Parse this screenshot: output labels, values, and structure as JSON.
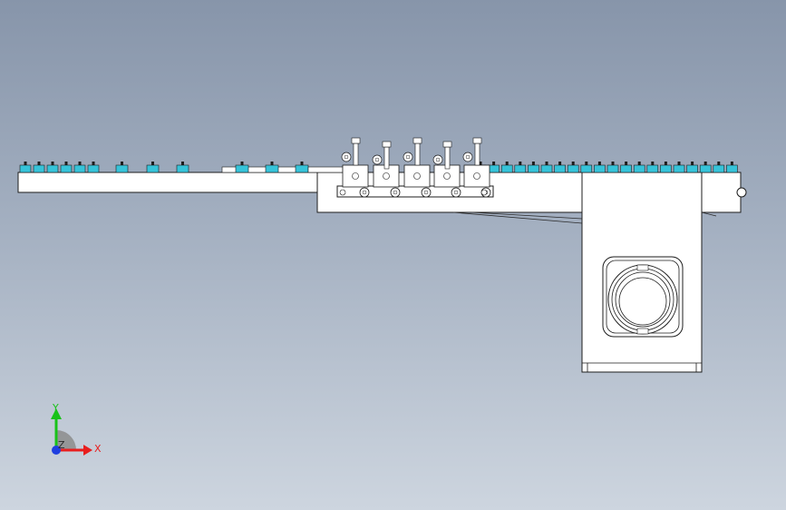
{
  "viewport": {
    "background_top": "#8795aa",
    "background_bottom": "#cdd5df",
    "part_fill": "#ffffff",
    "line_color": "#1c1c1c",
    "highlight_color": "#36c3d9"
  },
  "triad": {
    "x_label": "X",
    "y_label": "Y",
    "z_label": "Z",
    "x_color": "#e81e1e",
    "y_color": "#19c219",
    "z_color": "#1f3fe0"
  }
}
